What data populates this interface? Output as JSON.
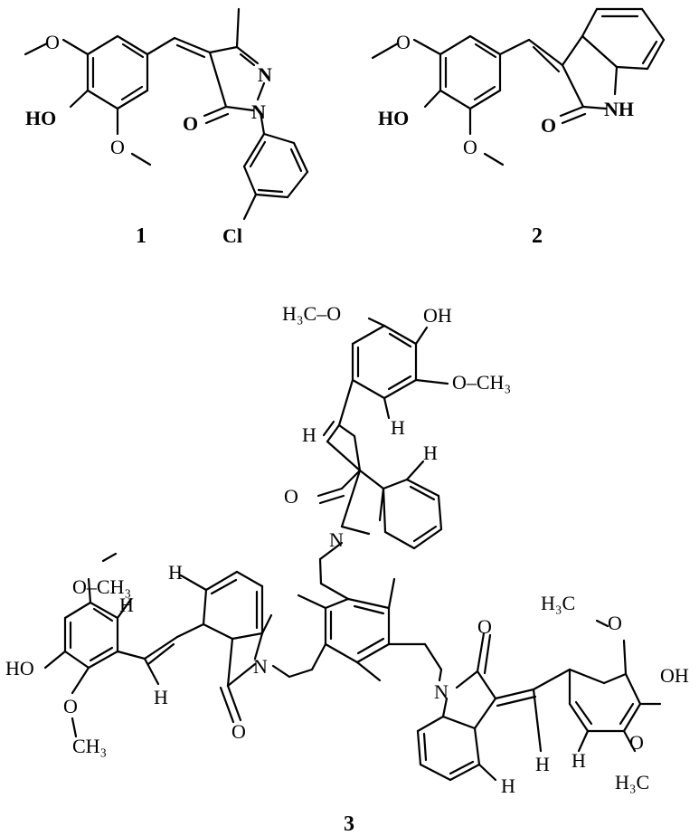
{
  "compounds": [
    {
      "id": "c1",
      "label": "1",
      "atoms": {
        "o_top": "O",
        "ho": "HO",
        "o_bot": "O",
        "o_carbonyl": "O",
        "n1": "N",
        "n2": "N",
        "cl": "Cl"
      }
    },
    {
      "id": "c2",
      "label": "2",
      "atoms": {
        "o_top": "O",
        "ho": "HO",
        "o_bot": "O",
        "o_carbonyl": "O",
        "nh": "NH"
      }
    },
    {
      "id": "c3",
      "label": "3",
      "atoms": {
        "top_ch3o": "H₃C–O",
        "top_oh": "OH",
        "top_och3": "O–CH₃",
        "top_h_vinyl": "H",
        "top_h_ring": "H",
        "top_h_indole": "H",
        "top_o": "O",
        "top_n": "N",
        "left_och3": "O–CH₃",
        "left_h_ring": "H",
        "left_h_indole": "H",
        "left_ho": "HO",
        "left_o_bot": "O",
        "left_ch3": "CH₃",
        "left_h_vinyl": "H",
        "left_o_carbonyl": "O",
        "left_n": "N",
        "right_h3c_top": "H₃C",
        "right_o_top": "O",
        "right_o_carbonyl": "O",
        "right_n": "N",
        "right_oh": "OH",
        "right_h_vinyl": "H",
        "right_h_ring": "H",
        "right_o_bot": "O",
        "right_h3c_bot": "H₃C",
        "right_h_indole": "H"
      }
    }
  ]
}
